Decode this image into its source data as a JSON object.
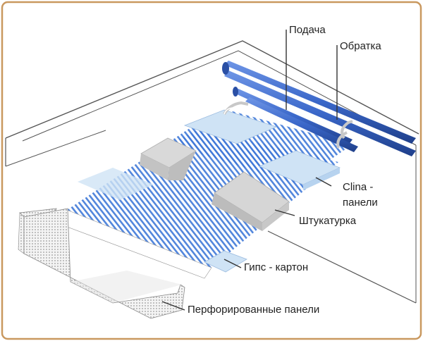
{
  "labels": {
    "supply": "Подача",
    "return": "Обратка",
    "clina_line1": "Clina -",
    "clina_line2": "панели",
    "plaster": "Штукатурка",
    "drywall": "Гипс - картон",
    "perforated": "Перфорированные панели"
  },
  "colors": {
    "frame": "#c9985f",
    "pipe_blue": "#3a67c9",
    "capillary_blue": "#3f78d8",
    "panel_blue": "#cfe3f5",
    "plaster_gray": "#d6d6d6",
    "ceiling_line": "#555555"
  }
}
